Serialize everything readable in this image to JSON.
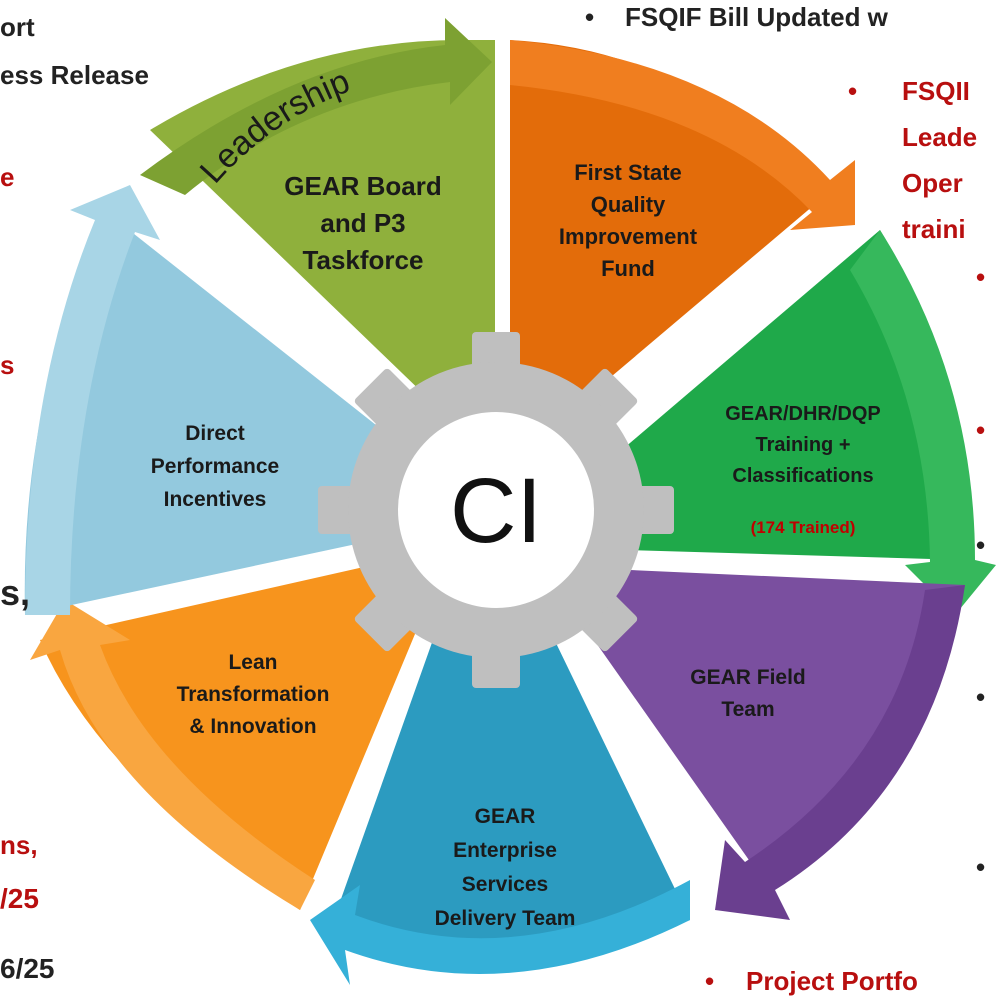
{
  "colors": {
    "leadership": "#8fb03c",
    "fsqif": "#e36c0a",
    "training": "#1fa94a",
    "field": "#7a4f9f",
    "enterprise": "#2c9bc0",
    "lean": "#f7941d",
    "incentives": "#93c9de",
    "gear": "#bfbfbf",
    "highlight": "#c00000"
  },
  "hub": {
    "label": "CI"
  },
  "arc_label": "Leadership",
  "segments": {
    "leadership": [
      "GEAR Board",
      "and P3",
      "Taskforce"
    ],
    "fsqif": [
      "First State",
      "Quality",
      "Improvement",
      "Fund"
    ],
    "training": [
      "GEAR/DHR/DQP",
      "Training +",
      "Classifications"
    ],
    "training_note": "(174 Trained)",
    "field": [
      "GEAR Field",
      "Team"
    ],
    "enterprise": [
      "GEAR",
      "Enterprise",
      "Services",
      "Delivery Team"
    ],
    "lean": [
      "Lean",
      "Transformation",
      "& Innovation"
    ],
    "incentives": [
      "Direct",
      "Performance",
      "Incentives"
    ]
  },
  "left_fragments": {
    "ort": "ort",
    "press_release": "ess Release",
    "e": "e",
    "s": "s",
    "s_comma": "s,",
    "ns_comma": "ns,",
    "date_a": "/25",
    "date_b": "6/25"
  },
  "right_fragments": {
    "bill": "FSQIF Bill Updated w",
    "fsqi": "FSQII",
    "lead": "Leade",
    "oper": "Oper",
    "train": "traini",
    "portfolio": "Project Portfo"
  }
}
